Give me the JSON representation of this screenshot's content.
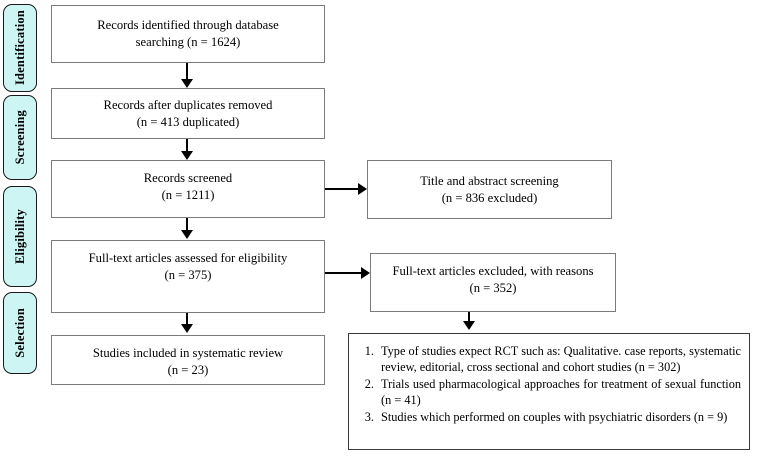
{
  "diagram": {
    "type": "prisma-flow-diagram",
    "colors": {
      "stage_fill": "#ccf5f4",
      "stage_border": "#1a1a1a",
      "box_border": "#7b7b7b",
      "reasons_border": "#3a3a3a",
      "connector": "#000000",
      "text": "#000000",
      "background": "#ffffff"
    },
    "stages": [
      {
        "label": "Identification"
      },
      {
        "label": "Screening"
      },
      {
        "label": "Eligibility"
      },
      {
        "label": "Selection"
      }
    ],
    "main_boxes": [
      {
        "line1": "Records identified through database",
        "line2": "searching (n = 1624)"
      },
      {
        "line1": "Records after duplicates removed",
        "line2": "(n = 413 duplicated)"
      },
      {
        "line1": "Records screened",
        "line2": "(n = 1211)"
      },
      {
        "line1": "Full-text articles assessed for eligibility",
        "line2": "(n = 375)"
      },
      {
        "line1": "Studies included in systematic review",
        "line2": "(n = 23)"
      }
    ],
    "side_boxes": [
      {
        "line1": "Title and abstract screening",
        "line2": "(n = 836 excluded)"
      },
      {
        "line1": "Full-text articles excluded, with reasons",
        "line2": "(n = 352)"
      }
    ],
    "reasons": [
      "Type of studies expect RCT such as: Qualitative. case reports, systematic review, editorial, cross sectional and cohort studies (n = 302)",
      "Trials used pharmacological approaches for treatment of sexual function (n = 41)",
      "Studies which performed on couples with psychiatric disorders (n = 9)"
    ]
  }
}
